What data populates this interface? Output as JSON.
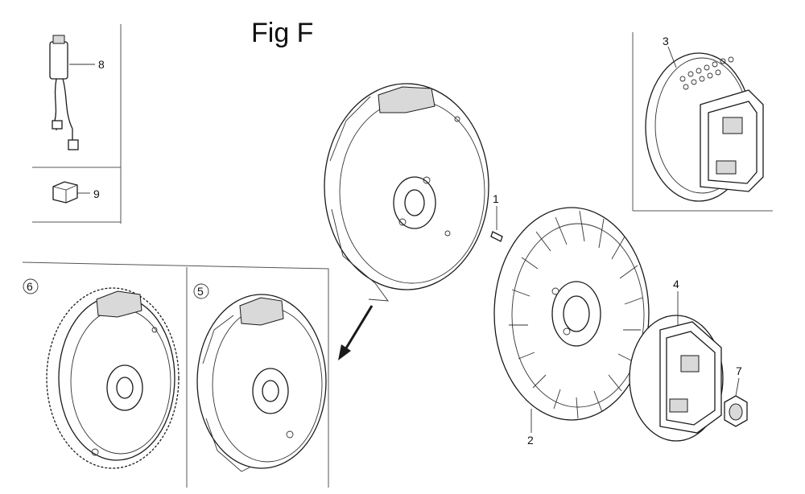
{
  "figure": {
    "title": "Fig F"
  },
  "parts": {
    "p1": "1",
    "p2": "2",
    "p3": "3",
    "p4": "4",
    "p5": "5",
    "p6": "6",
    "p7": "7",
    "p8": "8",
    "p9": "9"
  }
}
